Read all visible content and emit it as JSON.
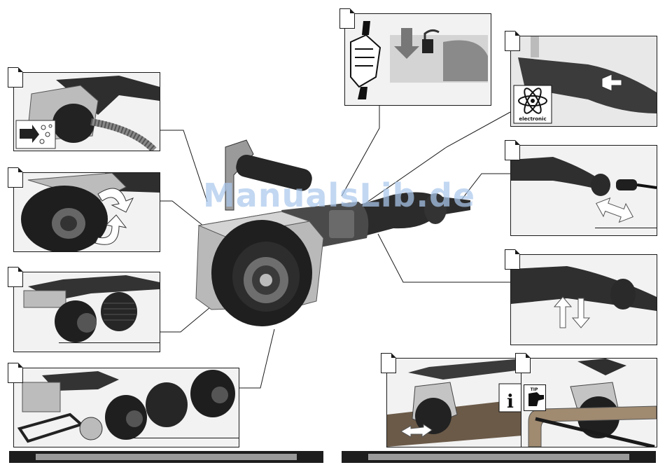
{
  "watermark": "ManualsLib.de",
  "icons": {
    "electronic_label": "electronic",
    "tip_label": "TIP",
    "tip_glyph": "i"
  },
  "colors": {
    "panel_bg": "#f2f2f2",
    "tool_dark": "#2b2b2b",
    "guard_silver": "#b9b9b9",
    "footer_bar": "#1d1d1d",
    "footer_inner": "#9a9a9a",
    "watermark": "#aac8eb"
  },
  "panels": [
    {
      "id": "dust-extraction",
      "side": "left"
    },
    {
      "id": "guard-swivel",
      "side": "left"
    },
    {
      "id": "roller-options",
      "side": "left"
    },
    {
      "id": "roller-change",
      "side": "left"
    },
    {
      "id": "service-lock",
      "side": "right"
    },
    {
      "id": "electronic-speed",
      "side": "right"
    },
    {
      "id": "cable-connect",
      "side": "right"
    },
    {
      "id": "switch-operation",
      "side": "right"
    },
    {
      "id": "working-flat",
      "side": "right"
    },
    {
      "id": "working-pipe",
      "side": "right"
    }
  ]
}
